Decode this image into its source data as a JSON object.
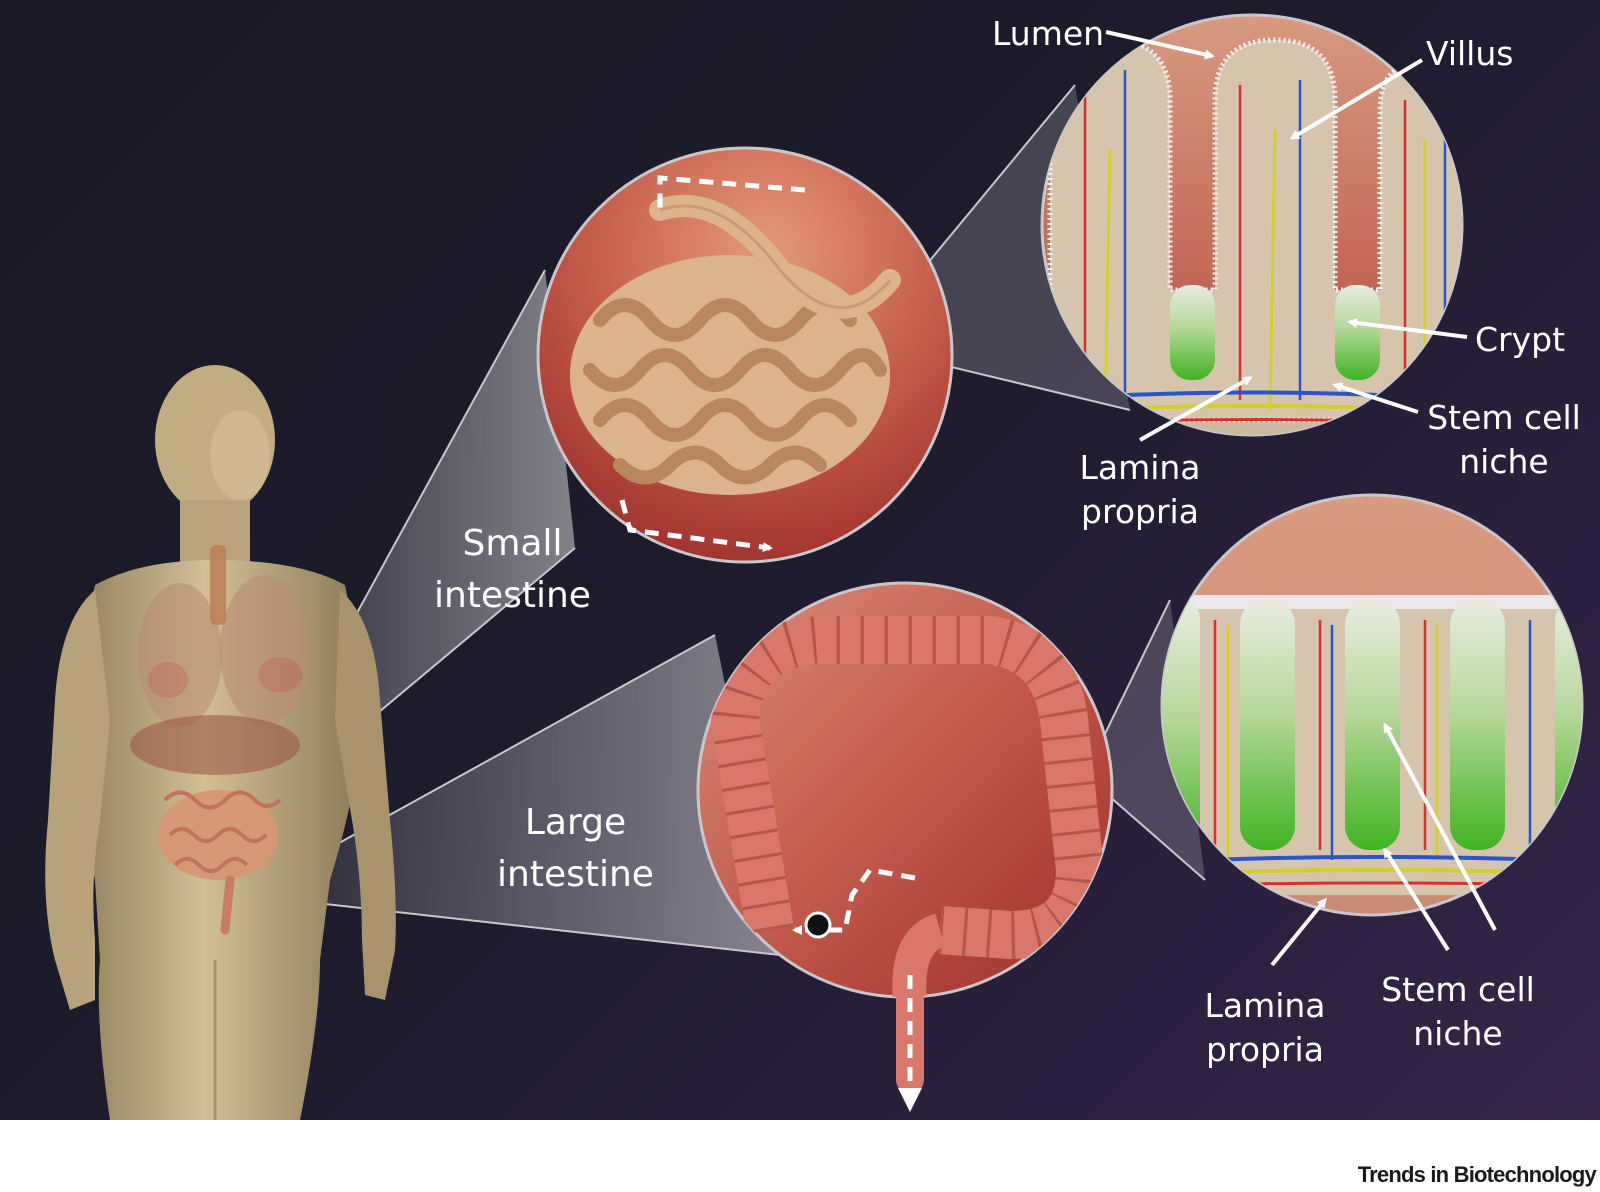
{
  "labels": {
    "lumen": "Lumen",
    "villus": "Villus",
    "crypt": "Crypt",
    "stem_cell_niche_top": [
      "Stem cell",
      "niche"
    ],
    "lamina_propria_top": [
      "Lamina",
      "propria"
    ],
    "small_intestine": [
      "Small",
      "intestine"
    ],
    "large_intestine": [
      "Large",
      "intestine"
    ],
    "lamina_propria_bottom": [
      "Lamina",
      "propria"
    ],
    "stem_cell_niche_bottom": [
      "Stem cell",
      "niche"
    ]
  },
  "footer": {
    "journal": "Trends in Biotechnology"
  },
  "colors": {
    "background_dark": "#1a1a26",
    "background_purple": "#372649",
    "skin": "#c9b48a",
    "small_intestine_tissue": "#e2b88e",
    "large_intestine_tissue": "#d9786a",
    "circle_bg_red": "#a83a33",
    "stem_cells_green": "#4fbf2a",
    "artery_red": "#d8312b",
    "vein_blue": "#2a56c4",
    "lymph_yellow": "#d4cf2c",
    "callout_text": "#ffffff"
  }
}
